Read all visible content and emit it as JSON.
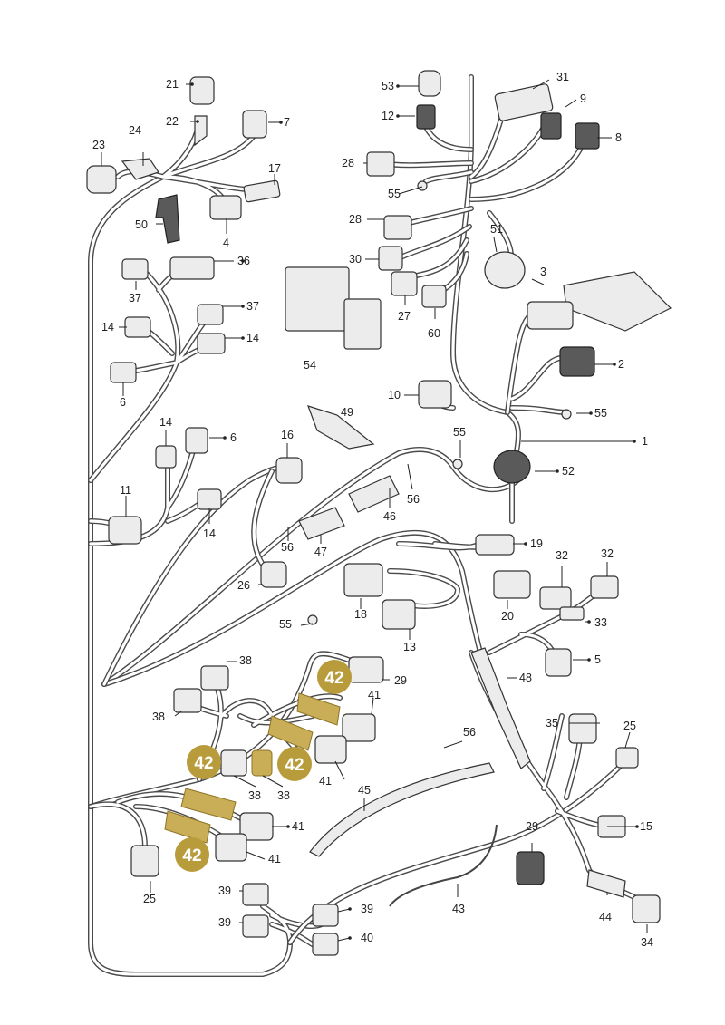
{
  "diagram": {
    "labels": {
      "l1": "1",
      "l2": "2",
      "l3": "3",
      "l4": "4",
      "l5": "5",
      "l6a": "6",
      "l6b": "6",
      "l7": "7",
      "l8": "8",
      "l9": "9",
      "l10": "10",
      "l11": "11",
      "l12": "12",
      "l13": "13",
      "l14a": "14",
      "l14b": "14",
      "l14c": "14",
      "l14d": "14",
      "l15": "15",
      "l16": "16",
      "l17": "17",
      "l18": "18",
      "l19": "19",
      "l20": "20",
      "l21": "21",
      "l22": "22",
      "l23": "23",
      "l24": "24",
      "l25a": "25",
      "l25b": "25",
      "l26": "26",
      "l27": "27",
      "l28a": "28",
      "l28b": "28",
      "l29a": "29",
      "l29b": "29",
      "l30": "30",
      "l31": "31",
      "l32a": "32",
      "l32b": "32",
      "l33": "33",
      "l34": "34",
      "l35": "35",
      "l36": "36",
      "l37a": "37",
      "l37b": "37",
      "l38a": "38",
      "l38b": "38",
      "l38c": "38",
      "l38d": "38",
      "l39a": "39",
      "l39b": "39",
      "l39c": "39",
      "l40": "40",
      "l41a": "41",
      "l41b": "41",
      "l41c": "41",
      "l41d": "41",
      "l43": "43",
      "l44": "44",
      "l45": "45",
      "l46": "46",
      "l47": "47",
      "l48": "48",
      "l49": "49",
      "l50": "50",
      "l51": "51",
      "l52": "52",
      "l53": "53",
      "l54": "54",
      "l55a": "55",
      "l55b": "55",
      "l55c": "55",
      "l55d": "55",
      "l56a": "56",
      "l56b": "56",
      "l56c": "56",
      "l60": "60"
    },
    "highlight_badges": {
      "b1": "42",
      "b2": "42",
      "b3": "42",
      "b4": "42"
    },
    "colors": {
      "wire": "#4a4a4a",
      "badge": "#b89b3a",
      "highlighted_part": "#c9ad57"
    }
  }
}
